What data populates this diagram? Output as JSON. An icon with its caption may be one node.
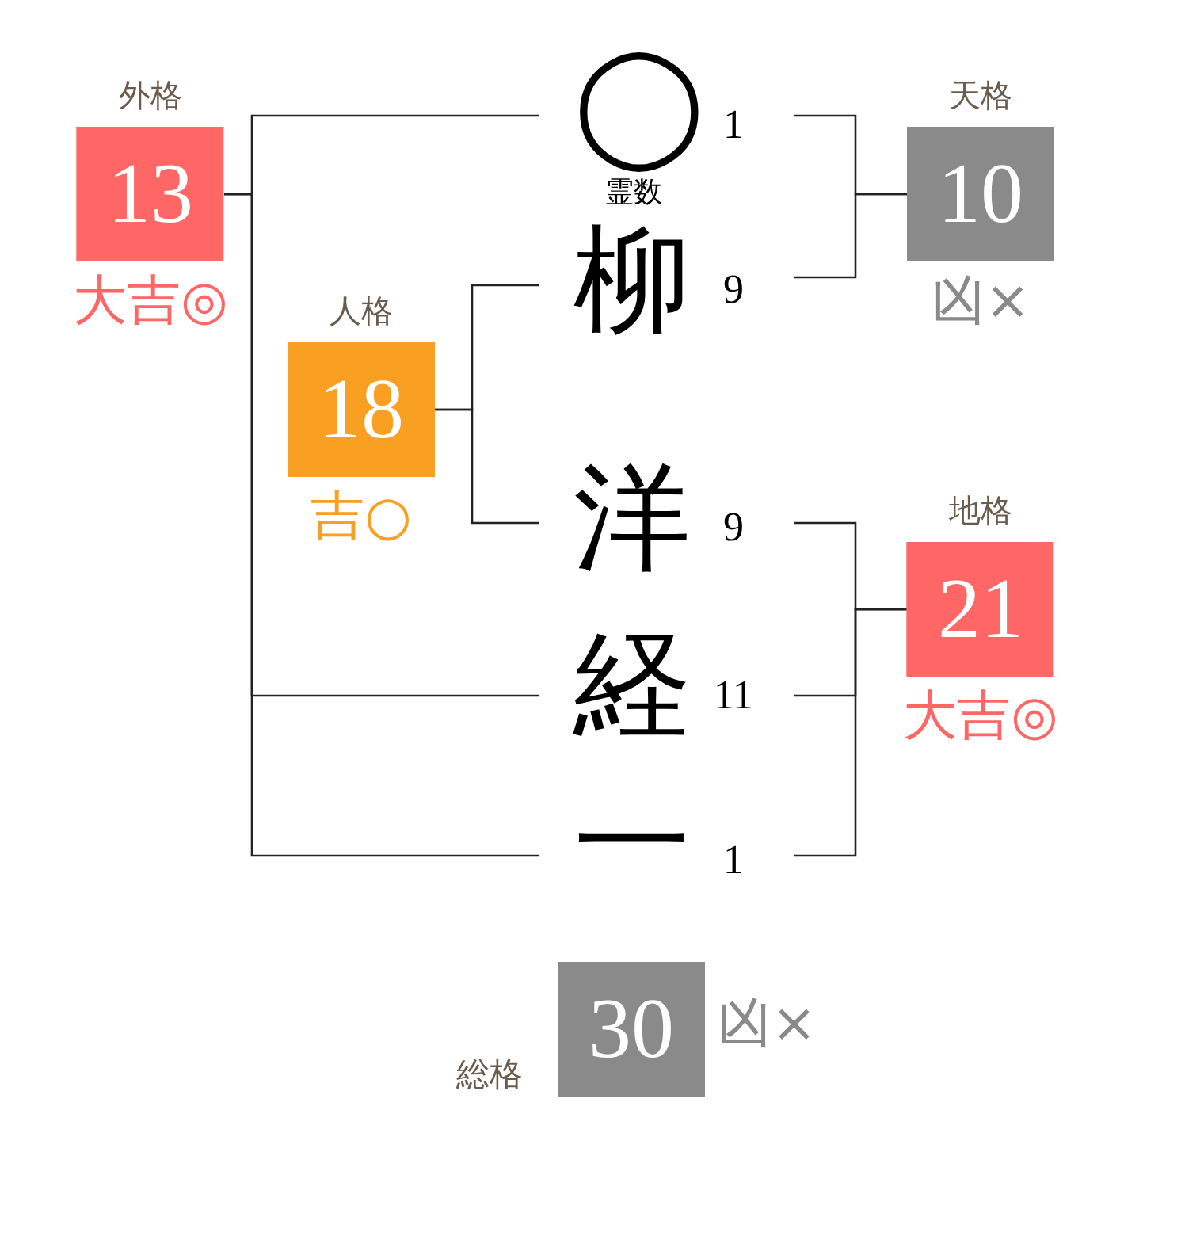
{
  "diagram": {
    "nodes": [
      {
        "text": [
          "外格",
          "13"
        ],
        "beside": [
          "大吉◎"
        ]
      },
      {
        "text": [
          "◯"
        ],
        "beside": [
          "1",
          "霊数"
        ]
      },
      {
        "text": [
          "天格",
          "10"
        ],
        "beside": [
          "凶×"
        ]
      },
      {
        "text": [
          "柳"
        ],
        "beside": [
          "9"
        ]
      },
      {
        "text": [
          "人格",
          "18"
        ],
        "beside": [
          "吉○"
        ]
      },
      {
        "text": [
          "洋"
        ],
        "beside": [
          "9"
        ]
      },
      {
        "text": [
          "地格",
          "21"
        ],
        "beside": [
          "大吉◎"
        ]
      },
      {
        "text": [
          "経"
        ],
        "beside": [
          "11"
        ]
      },
      {
        "text": [
          "一"
        ],
        "beside": [
          "1"
        ]
      },
      {
        "text": [
          "総格",
          "30"
        ],
        "beside": [
          "凶×"
        ]
      }
    ],
    "edges": [
      {
        "from": 1,
        "to": 0,
        "arrow": "none"
      },
      {
        "from": 7,
        "to": 0,
        "arrow": "none"
      },
      {
        "from": 8,
        "to": 0,
        "arrow": "none"
      },
      {
        "from": 1,
        "to": 2,
        "arrow": "none"
      },
      {
        "from": 3,
        "to": 2,
        "arrow": "none"
      },
      {
        "from": 3,
        "to": 4,
        "arrow": "none"
      },
      {
        "from": 5,
        "to": 4,
        "arrow": "none"
      },
      {
        "from": 5,
        "to": 6,
        "arrow": "none"
      },
      {
        "from": 7,
        "to": 6,
        "arrow": "none"
      },
      {
        "from": 8,
        "to": 6,
        "arrow": "none"
      }
    ]
  }
}
